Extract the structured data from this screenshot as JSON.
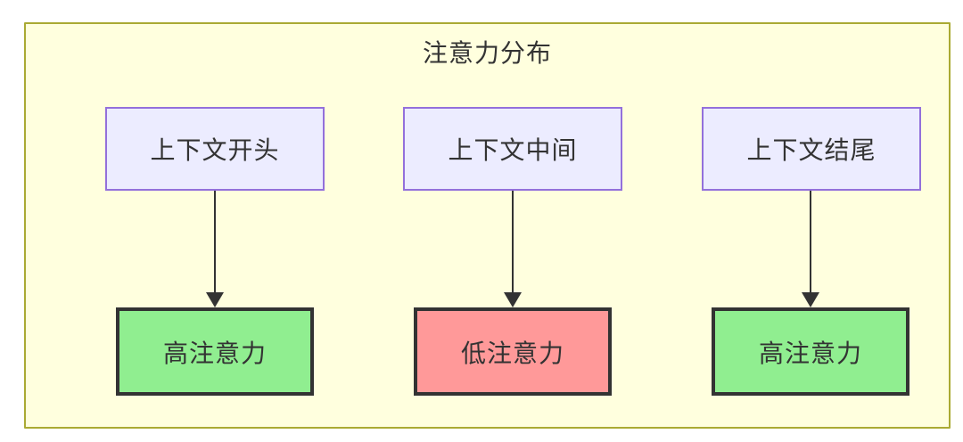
{
  "diagram": {
    "type": "flowchart-top-down",
    "cluster": {
      "label": "注意力分布",
      "fill": "#ffffde",
      "border_color": "#aaaa33"
    },
    "text_color": "#333333",
    "arrow_color": "#333333",
    "nodes": {
      "sources": [
        {
          "id": "context-start",
          "label": "上下文开头",
          "fill": "#ECECFF",
          "border_color": "#9370DB"
        },
        {
          "id": "context-middle",
          "label": "上下文中间",
          "fill": "#ECECFF",
          "border_color": "#9370DB"
        },
        {
          "id": "context-end",
          "label": "上下文结尾",
          "fill": "#ECECFF",
          "border_color": "#9370DB"
        }
      ],
      "results": [
        {
          "id": "high-attention-1",
          "label": "高注意力",
          "fill": "#90EE90",
          "border_color": "#333333"
        },
        {
          "id": "low-attention",
          "label": "低注意力",
          "fill": "#FF9999",
          "border_color": "#333333"
        },
        {
          "id": "high-attention-2",
          "label": "高注意力",
          "fill": "#90EE90",
          "border_color": "#333333"
        }
      ]
    },
    "edges": [
      {
        "from": "上下文开头",
        "to": "高注意力"
      },
      {
        "from": "上下文中间",
        "to": "低注意力"
      },
      {
        "from": "上下文结尾",
        "to": "高注意力"
      }
    ]
  }
}
